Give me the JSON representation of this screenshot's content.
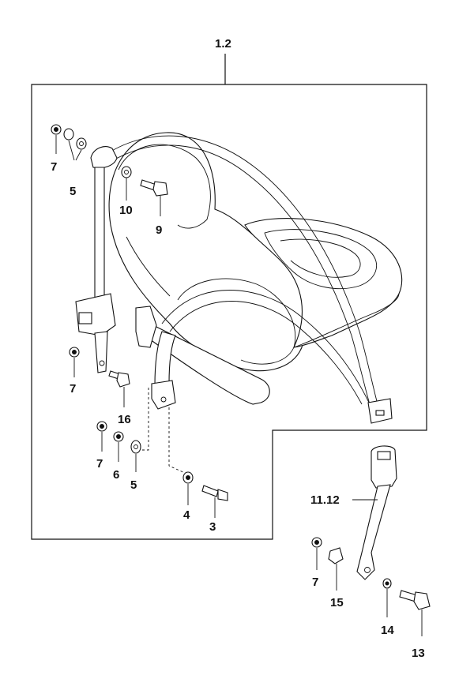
{
  "diagram": {
    "labels": {
      "assembly": "1.2",
      "buckle_assembly": "11.12",
      "p3": "3",
      "p4": "4",
      "p5_top": "5",
      "p5_mid": "5",
      "p6": "6",
      "p7_top": "7",
      "p7_mid": "7",
      "p7_low": "7",
      "p7_right": "7",
      "p9": "9",
      "p10": "10",
      "p13": "13",
      "p14": "14",
      "p15": "15",
      "p16": "16"
    }
  }
}
